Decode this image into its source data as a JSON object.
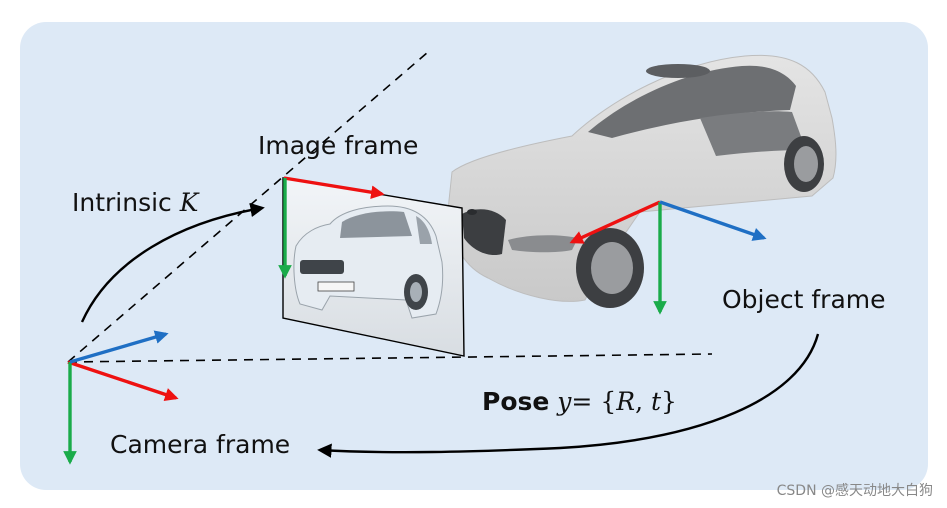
{
  "labels": {
    "image_frame": "Image frame",
    "intrinsic_word": "Intrinsic",
    "intrinsic_symbol": "K",
    "object_frame": "Object frame",
    "pose_word": "Pose",
    "pose_y": "y",
    "pose_eq": "= {",
    "pose_R": "R",
    "pose_comma": ", ",
    "pose_t": "t",
    "pose_close": "}",
    "camera_frame": "Camera frame"
  },
  "watermark": "CSDN @感天动地大白狗",
  "colors": {
    "panel_bg": "#dde9f6",
    "axis_red": "#ee1111",
    "axis_green": "#1aab4a",
    "axis_blue": "#1f6fc4",
    "car_body": "#d8d8d8",
    "car_glass": "#6d6f72"
  }
}
